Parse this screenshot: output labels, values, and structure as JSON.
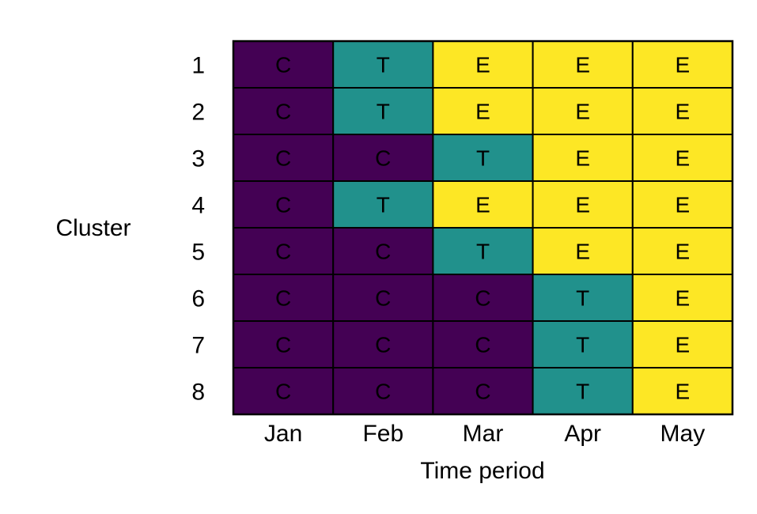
{
  "chart_data": {
    "type": "heatmap",
    "xlabel": "Time period",
    "ylabel": "Cluster",
    "x_categories": [
      "Jan",
      "Feb",
      "Mar",
      "Apr",
      "May"
    ],
    "y_categories": [
      "1",
      "2",
      "3",
      "4",
      "5",
      "6",
      "7",
      "8"
    ],
    "values": [
      [
        "C",
        "T",
        "E",
        "E",
        "E"
      ],
      [
        "C",
        "T",
        "E",
        "E",
        "E"
      ],
      [
        "C",
        "C",
        "T",
        "E",
        "E"
      ],
      [
        "C",
        "T",
        "E",
        "E",
        "E"
      ],
      [
        "C",
        "C",
        "T",
        "E",
        "E"
      ],
      [
        "C",
        "C",
        "C",
        "T",
        "E"
      ],
      [
        "C",
        "C",
        "C",
        "T",
        "E"
      ],
      [
        "C",
        "C",
        "C",
        "T",
        "E"
      ]
    ],
    "colors": {
      "C": "#440154",
      "T": "#21918c",
      "E": "#fde725"
    },
    "grid": true
  }
}
